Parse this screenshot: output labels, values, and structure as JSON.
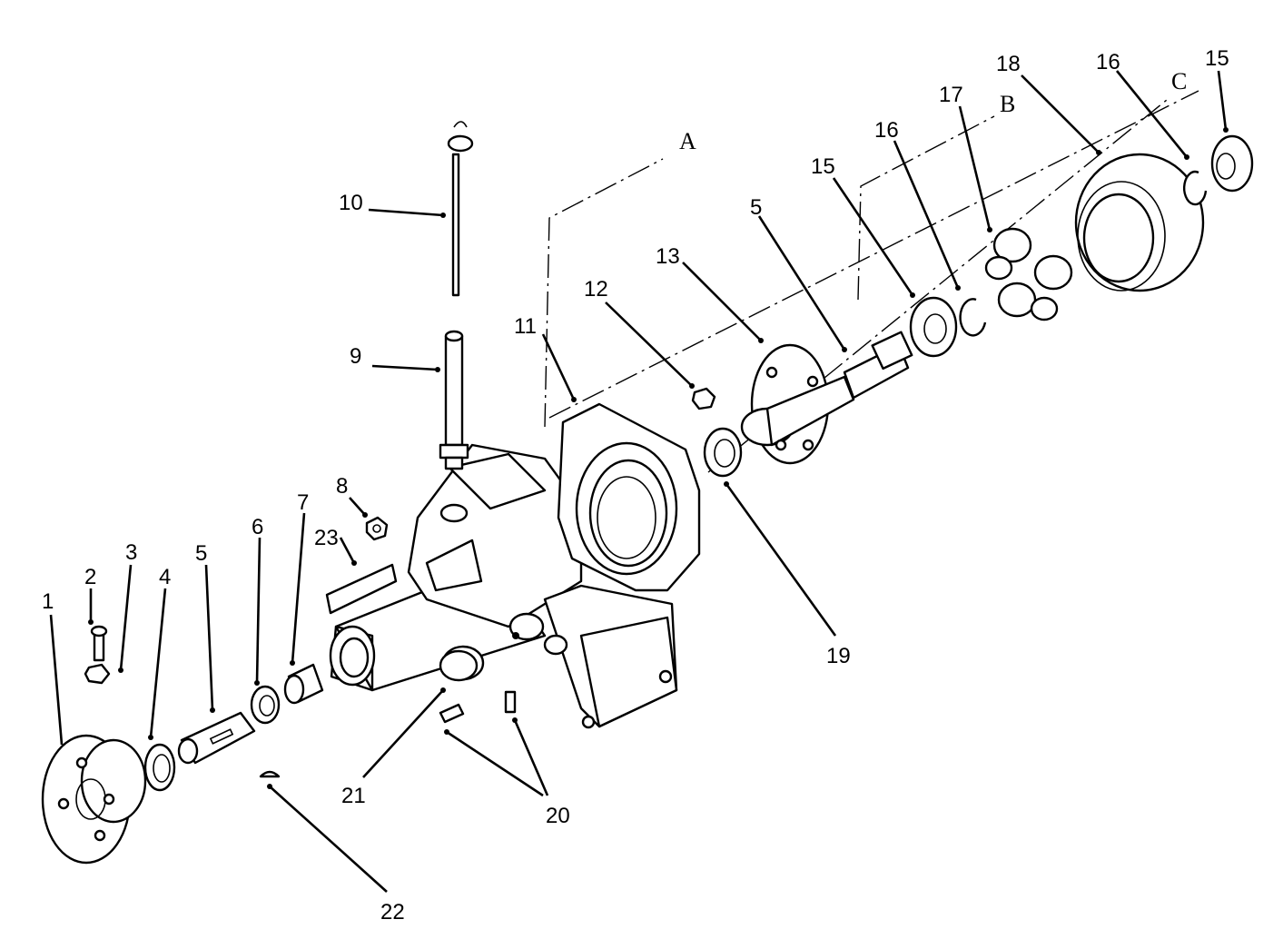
{
  "callouts": {
    "c1": "1",
    "c2": "2",
    "c3": "3",
    "c4": "4",
    "c5a": "5",
    "c5b": "5",
    "c6": "6",
    "c7": "7",
    "c8": "8",
    "c9": "9",
    "c10": "10",
    "c11": "11",
    "c12": "12",
    "c13": "13",
    "c15a": "15",
    "c15b": "15",
    "c16a": "16",
    "c16b": "16",
    "c17": "17",
    "c18": "18",
    "c19": "19",
    "c20": "20",
    "c21": "21",
    "c22": "22",
    "c23": "23"
  },
  "axes": {
    "a": "A",
    "b": "B",
    "c": "C"
  }
}
